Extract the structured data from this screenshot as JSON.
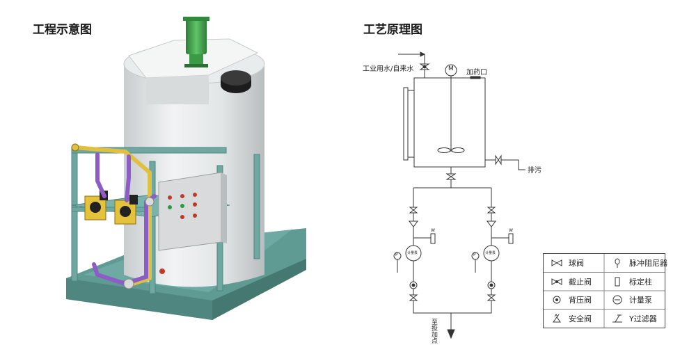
{
  "titles": {
    "left": "工程示意图",
    "right": "工艺原理图"
  },
  "process": {
    "water_inlet": "工业用水/自来水",
    "motor": "M",
    "dosing_port": "加药口",
    "drain": "排污",
    "pump": "计量泵",
    "gauge": "P",
    "relief": "W",
    "outlet": "至投加点"
  },
  "legend": [
    {
      "icon": "ball-valve-icon",
      "label": "球阀"
    },
    {
      "icon": "pulsation-damper-icon",
      "label": "脉冲阻尼器"
    },
    {
      "icon": "stop-valve-icon",
      "label": "截止阀"
    },
    {
      "icon": "calibration-column-icon",
      "label": "标定柱"
    },
    {
      "icon": "back-pressure-valve-icon",
      "label": "背压阀"
    },
    {
      "icon": "metering-pump-icon",
      "label": "计量泵"
    },
    {
      "icon": "safety-valve-icon",
      "label": "安全阀"
    },
    {
      "icon": "y-strainer-icon",
      "label": "Y过滤器"
    }
  ],
  "colors": {
    "tank": "#e8ebec",
    "frame": "#6fa8a0",
    "base": "#5f9a93",
    "pipe": "#8e5cc7",
    "pipe_yellow": "#e0c040",
    "motor": "#3ea14b",
    "pump": "#e5c23b",
    "panel": "#d8dadb"
  }
}
